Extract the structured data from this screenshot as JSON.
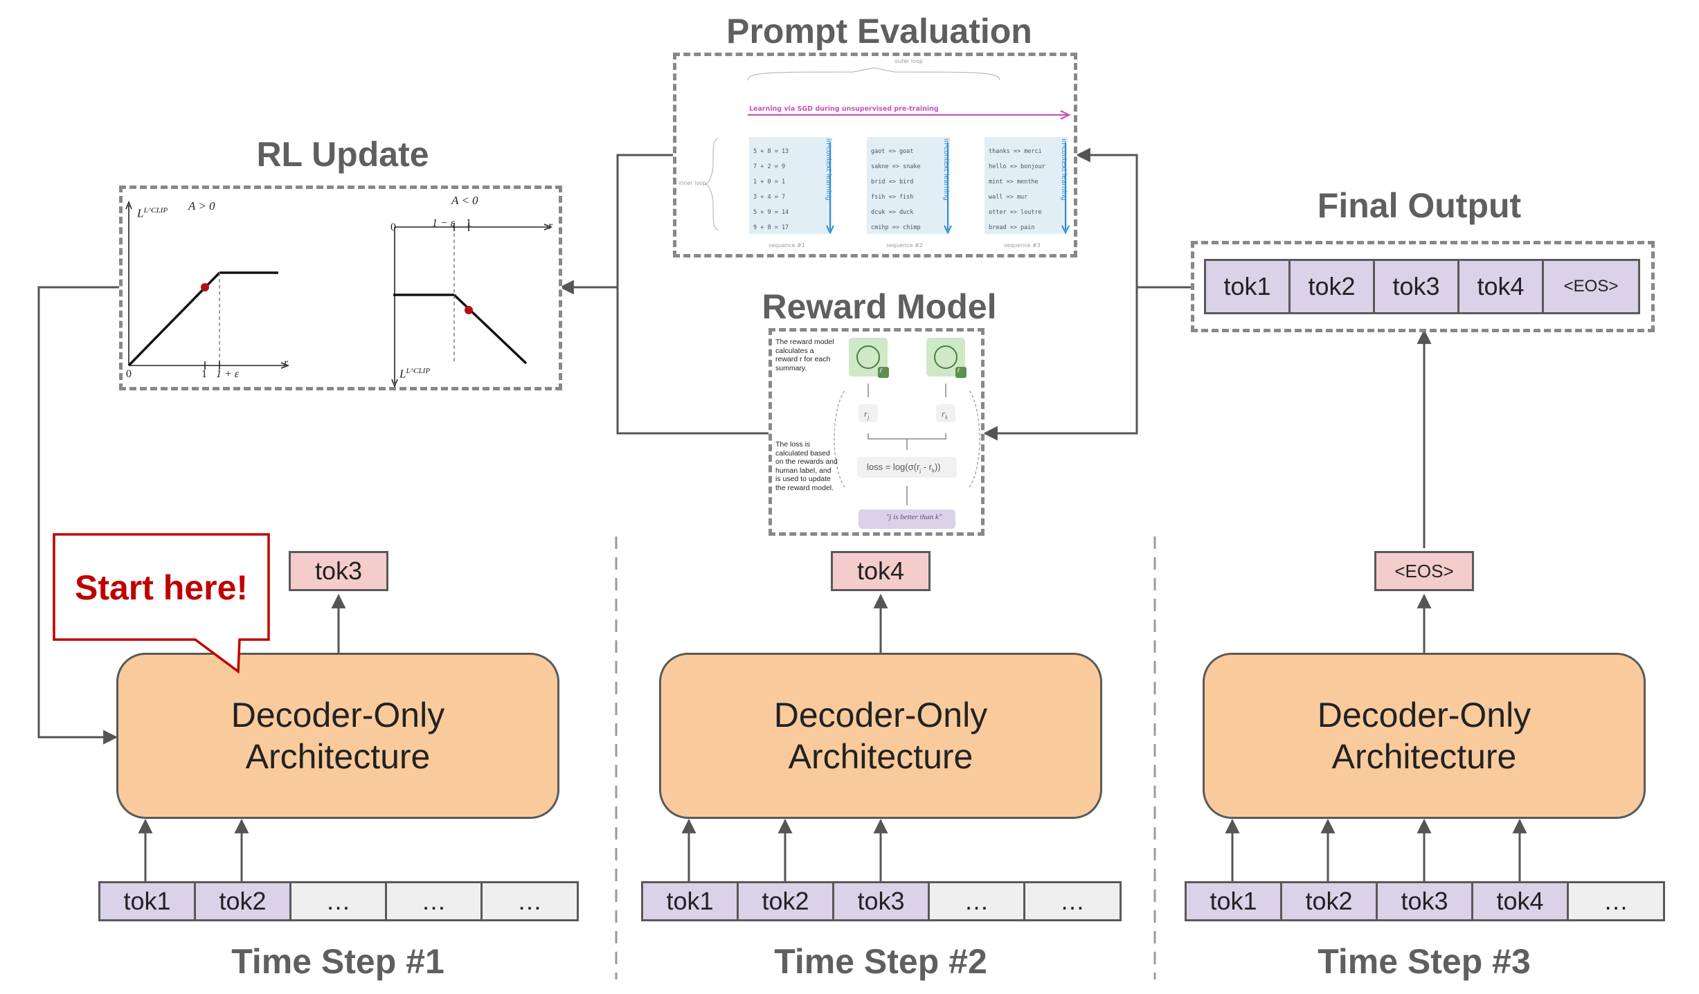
{
  "sections": {
    "prompt_evaluation": "Prompt Evaluation",
    "rl_update": "RL Update",
    "reward_model": "Reward Model",
    "final_output": "Final Output"
  },
  "callout": {
    "text": "Start here!"
  },
  "steps": [
    {
      "title": "Time Step #1",
      "decoder": "Decoder-Only\nArchitecture",
      "inputs": [
        "tok1",
        "tok2",
        "…",
        "…",
        "…"
      ],
      "output": "tok3"
    },
    {
      "title": "Time Step #2",
      "decoder": "Decoder-Only\nArchitecture",
      "inputs": [
        "tok1",
        "tok2",
        "tok3",
        "…",
        "…"
      ],
      "output": "tok4"
    },
    {
      "title": "Time Step #3",
      "decoder": "Decoder-Only\nArchitecture",
      "inputs": [
        "tok1",
        "tok2",
        "tok3",
        "tok4",
        "…"
      ],
      "output": "<EOS>"
    }
  ],
  "final_output": {
    "tokens": [
      "tok1",
      "tok2",
      "tok3",
      "tok4",
      "<EOS>"
    ]
  },
  "rl_plot": {
    "left": {
      "condition": "A > 0",
      "ylabel": "L^CLIP",
      "xlabel": "r",
      "ticks": [
        "0",
        "1",
        "1 + ε"
      ]
    },
    "right": {
      "condition": "A < 0",
      "ylabel": "L^CLIP",
      "xlabel": "r",
      "ticks": [
        "0",
        "1 − ε",
        "1"
      ]
    }
  },
  "prompt_eval": {
    "outer_loop": "outer loop",
    "inner_loop": "inner loop",
    "arrow_label": "Learning via SGD during unsupervised pre-training",
    "side_label": "in-context learning",
    "sequences": [
      {
        "label": "sequence #1",
        "lines": [
          "5 + 8 = 13",
          "7 + 2 = 9",
          "1 + 0 = 1",
          "3 + 4 = 7",
          "5 + 9 = 14",
          "9 + 8 = 17"
        ]
      },
      {
        "label": "sequence #2",
        "lines": [
          "gaot => goat",
          "sakne => snake",
          "brid => bird",
          "fsih => fish",
          "dcuk => duck",
          "cmihp => chimp"
        ]
      },
      {
        "label": "sequence #3",
        "lines": [
          "thanks => merci",
          "hello => bonjour",
          "mint => menthe",
          "wall => mur",
          "otter => loutre",
          "bread => pain"
        ]
      }
    ]
  },
  "reward_model_panel": {
    "note1": "The reward model calculates a reward r for each summary.",
    "note2": "The loss is calculated based on the rewards and human label, and is used to update the reward model.",
    "r_left": "r",
    "r_left_sub": "j",
    "r_right": "r",
    "r_right_sub": "k",
    "badge": "r",
    "loss_prefix": "loss = log(σ(r",
    "loss_mid": " - r",
    "loss_suffix": "))",
    "loss_sub1": "j",
    "loss_sub2": "k",
    "label": "\"j is better than k\""
  },
  "colors": {
    "decoder_fill": "#f9cb9c",
    "input_token_fill": "#d9d2e9",
    "output_token_fill": "#f4cccc",
    "empty_token_fill": "#efefef",
    "title_gray": "#5f5f5f",
    "callout_red": "#c00000"
  }
}
